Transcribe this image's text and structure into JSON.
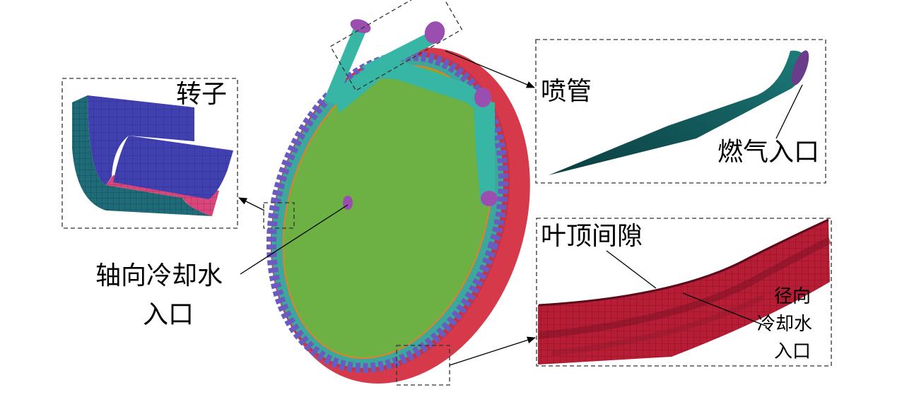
{
  "labels": {
    "rotor": "转子",
    "nozzle": "喷管",
    "gas_inlet": "燃气入口",
    "tip_gap": "叶顶间隙",
    "axial_water_line1": "轴向冷却水",
    "axial_water_line2": "入口",
    "radial_water_line1": "径向",
    "radial_water_line2": "冷却水",
    "radial_water_line3": "入口"
  },
  "colors": {
    "outer_casing": "#d63a4a",
    "rotor_disk": "#6db044",
    "nozzle_pipe": "#37b5a5",
    "nozzle_inlet": "#9a4fb0",
    "blade_ring": "#6a5bc0",
    "rotor_top": "#3d3aa8",
    "rotor_shell": "#1f6b78",
    "rotor_bottom": "#d8467a",
    "nozzle_mesh": "#0e4f53",
    "tip_gap_mesh": "#b51e35"
  }
}
